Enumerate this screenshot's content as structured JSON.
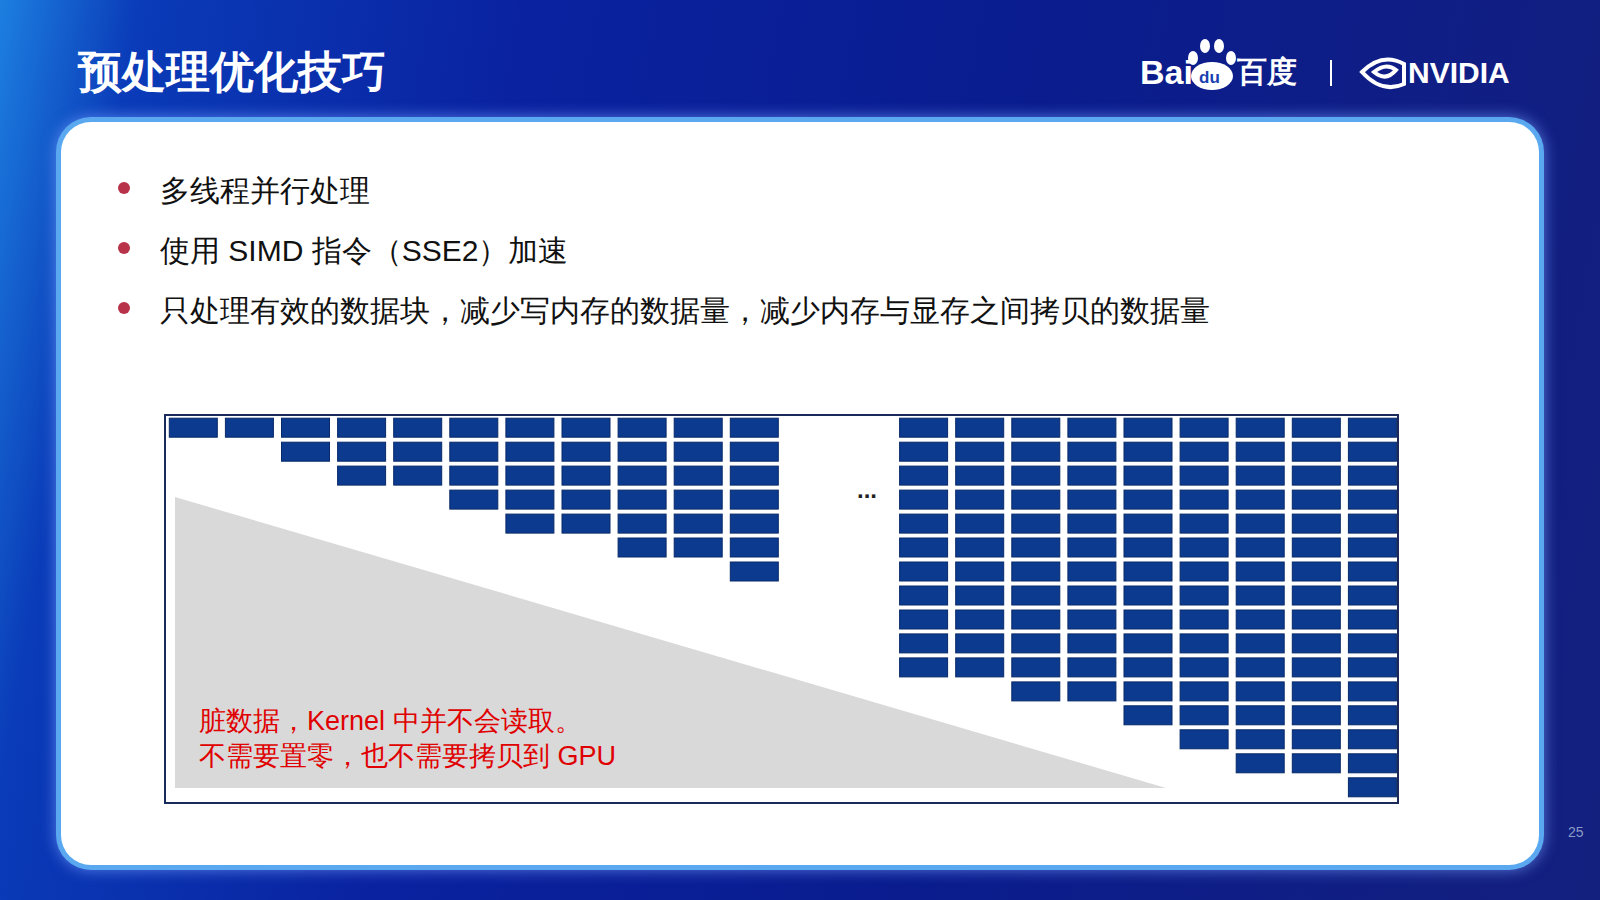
{
  "diagram": {
    "title": "预处理优化技巧",
    "nodes": [
      {
        "text": [
          "脏数据，Kernel 中并不会读取。 不需要置零，也不需要拷贝到 GPU"
        ]
      }
    ],
    "labels": [
      "Bai",
      "du",
      "百度",
      "NVIDIA",
      "多线程并行处理",
      "使用 SIMD 指令（SSE2）加速",
      "只处理有效的数据块，减少写内存的数据量，减少内存与显存之间拷贝的数据量",
      "...",
      "25"
    ]
  }
}
